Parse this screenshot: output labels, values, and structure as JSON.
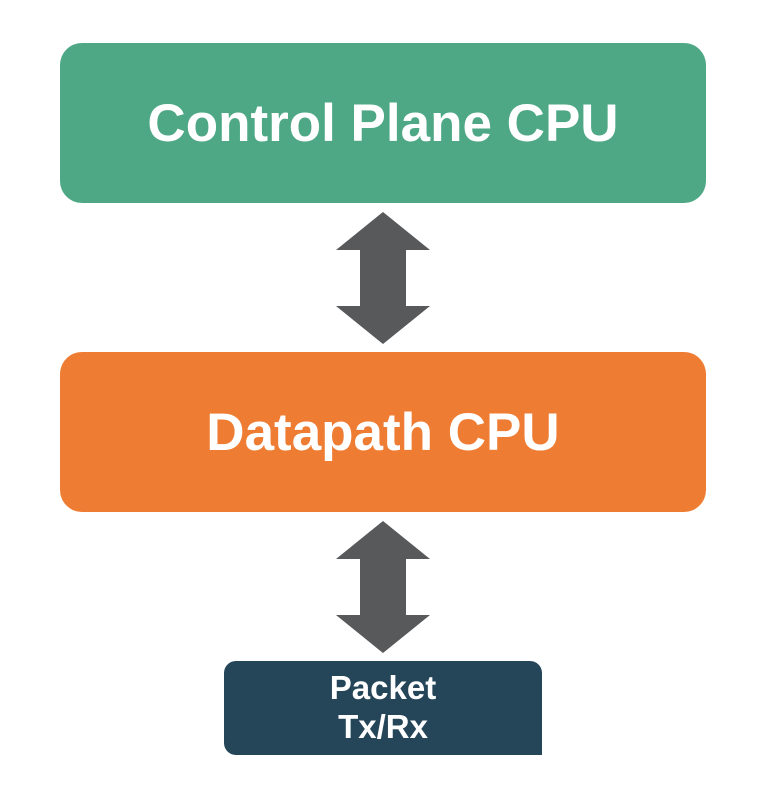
{
  "nodes": {
    "control_plane": {
      "label": "Control Plane CPU",
      "color": "#4ea885"
    },
    "datapath": {
      "label": "Datapath CPU",
      "color": "#ee7d33"
    },
    "packet": {
      "label_line1": "Packet",
      "label_line2": "Tx/Rx",
      "color": "#254559"
    }
  },
  "edges": [
    {
      "from": "control_plane",
      "to": "datapath",
      "direction": "bidirectional",
      "color": "#58595b"
    },
    {
      "from": "datapath",
      "to": "packet",
      "direction": "bidirectional",
      "color": "#58595b"
    }
  ]
}
